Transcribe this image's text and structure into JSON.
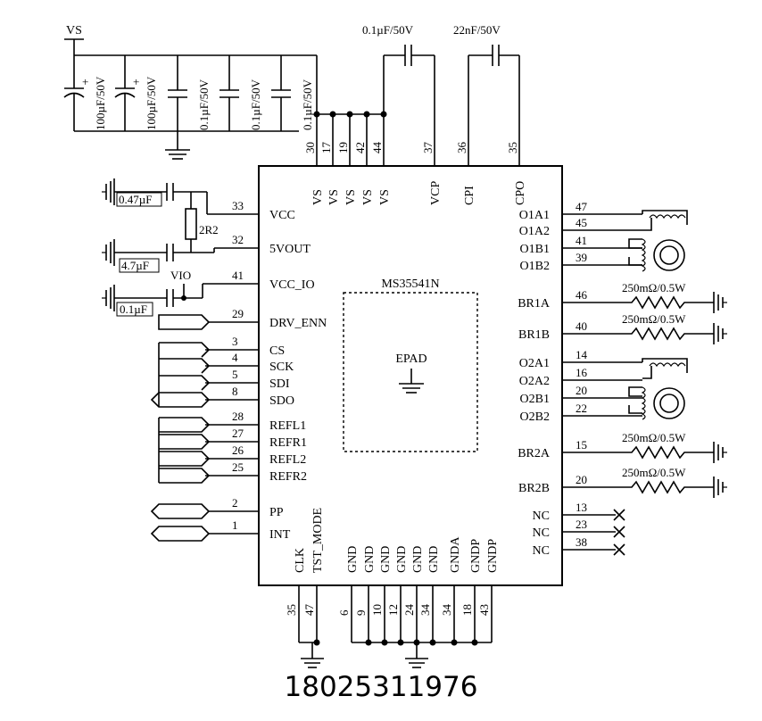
{
  "supply": {
    "vs_label": "VS",
    "vio_label": "VIO"
  },
  "bulk_caps": [
    "100µF/50V",
    "100µF/50V",
    "0.1µF/50V",
    "0.1µF/50V",
    "0.1µF/50V"
  ],
  "vcp_cap": "0.1µF/50V",
  "cpo_cap": "22nF/50V",
  "top_pins": [
    {
      "num": "30",
      "name": "VS"
    },
    {
      "num": "17",
      "name": "VS"
    },
    {
      "num": "19",
      "name": "VS"
    },
    {
      "num": "42",
      "name": "VS"
    },
    {
      "num": "44",
      "name": "VS"
    },
    {
      "num": "37",
      "name": "VCP"
    },
    {
      "num": "36",
      "name": "CPI"
    },
    {
      "num": "35",
      "name": "CPO"
    }
  ],
  "left_pins": [
    {
      "num": "33",
      "name": "VCC"
    },
    {
      "num": "32",
      "name": "5VOUT"
    },
    {
      "num": "41",
      "name": "VCC_IO"
    },
    {
      "num": "29",
      "name": "DRV_ENN"
    },
    {
      "num": "3",
      "name": "CS"
    },
    {
      "num": "4",
      "name": "SCK"
    },
    {
      "num": "5",
      "name": "SDI"
    },
    {
      "num": "8",
      "name": "SDO"
    },
    {
      "num": "28",
      "name": "REFL1"
    },
    {
      "num": "27",
      "name": "REFR1"
    },
    {
      "num": "26",
      "name": "REFL2"
    },
    {
      "num": "25",
      "name": "REFR2"
    },
    {
      "num": "2",
      "name": "PP"
    },
    {
      "num": "1",
      "name": "INT"
    }
  ],
  "right_pins": [
    {
      "num": "47",
      "name": "O1A1"
    },
    {
      "num": "45",
      "name": "O1A2"
    },
    {
      "num": "41",
      "name": "O1B1"
    },
    {
      "num": "39",
      "name": "O1B2"
    },
    {
      "num": "46",
      "name": "BR1A"
    },
    {
      "num": "40",
      "name": "BR1B"
    },
    {
      "num": "14",
      "name": "O2A1"
    },
    {
      "num": "16",
      "name": "O2A2"
    },
    {
      "num": "20",
      "name": "O2B1"
    },
    {
      "num": "22",
      "name": "O2B2"
    },
    {
      "num": "15",
      "name": "BR2A"
    },
    {
      "num": "20",
      "name": "BR2B"
    },
    {
      "num": "13",
      "name": "NC"
    },
    {
      "num": "23",
      "name": "NC"
    },
    {
      "num": "38",
      "name": "NC"
    }
  ],
  "bottom_pins": [
    {
      "num": "35",
      "name": "CLK"
    },
    {
      "num": "47",
      "name": "TST_MODE"
    },
    {
      "num": "6",
      "name": "GND"
    },
    {
      "num": "9",
      "name": "GND"
    },
    {
      "num": "10",
      "name": "GND"
    },
    {
      "num": "12",
      "name": "GND"
    },
    {
      "num": "24",
      "name": "GND"
    },
    {
      "num": "34",
      "name": "GND"
    },
    {
      "num": "34",
      "name": "GNDA"
    },
    {
      "num": "18",
      "name": "GNDP"
    },
    {
      "num": "43",
      "name": "GNDP"
    }
  ],
  "left_caps": [
    "0.47µF",
    "4.7µF",
    "0.1µF"
  ],
  "resistor_2r2": "2R2",
  "sense_resistors": [
    "250mΩ/0.5W",
    "250mΩ/0.5W",
    "250mΩ/0.5W",
    "250mΩ/0.5W"
  ],
  "chip_name": "MS35541N",
  "epad_label": "EPAD",
  "phone": "18025311976"
}
